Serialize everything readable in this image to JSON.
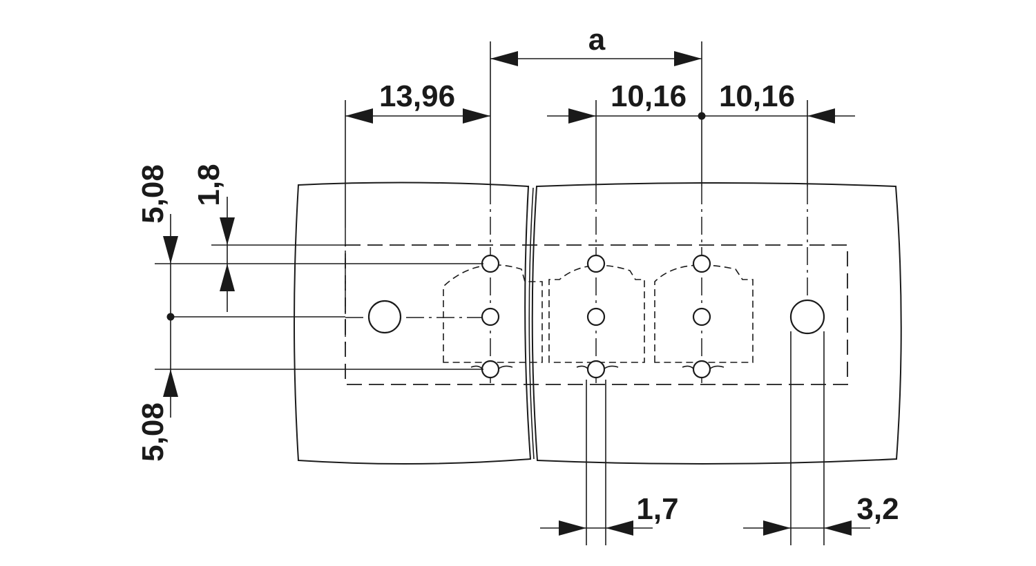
{
  "dimensions": {
    "a": "a",
    "d1396": "13,96",
    "d1016_left": "10,16",
    "d1016_right": "10,16",
    "d508_top": "5,08",
    "d18": "1,8",
    "d508_bottom": "5,08",
    "d17": "1,7",
    "d32": "3,2"
  },
  "colors": {
    "line": "#1a1a1a",
    "background": "#ffffff"
  }
}
